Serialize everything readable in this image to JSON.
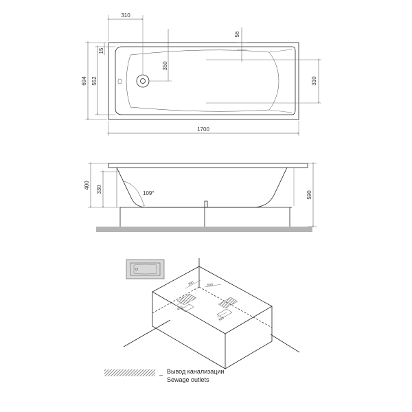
{
  "top_view": {
    "dim_310_top": "310",
    "dim_56": "56",
    "dim_15": "15",
    "dim_350": "350",
    "dim_310_right": "310",
    "dim_694": "694",
    "dim_552": "552",
    "dim_1700": "1700"
  },
  "side_view": {
    "dim_400": "400",
    "dim_330": "330",
    "dim_590": "590",
    "angle": "109°"
  },
  "iso_view": {
    "label_290": "290",
    "label_500": "500",
    "label_450": "450",
    "label_300": "300"
  },
  "legend": {
    "dash": "–",
    "line_ru": "Вывод канализации",
    "line_en": "Sewage outlets"
  },
  "colors": {
    "floor": "#b4b4b4",
    "hatch": "#555555"
  }
}
